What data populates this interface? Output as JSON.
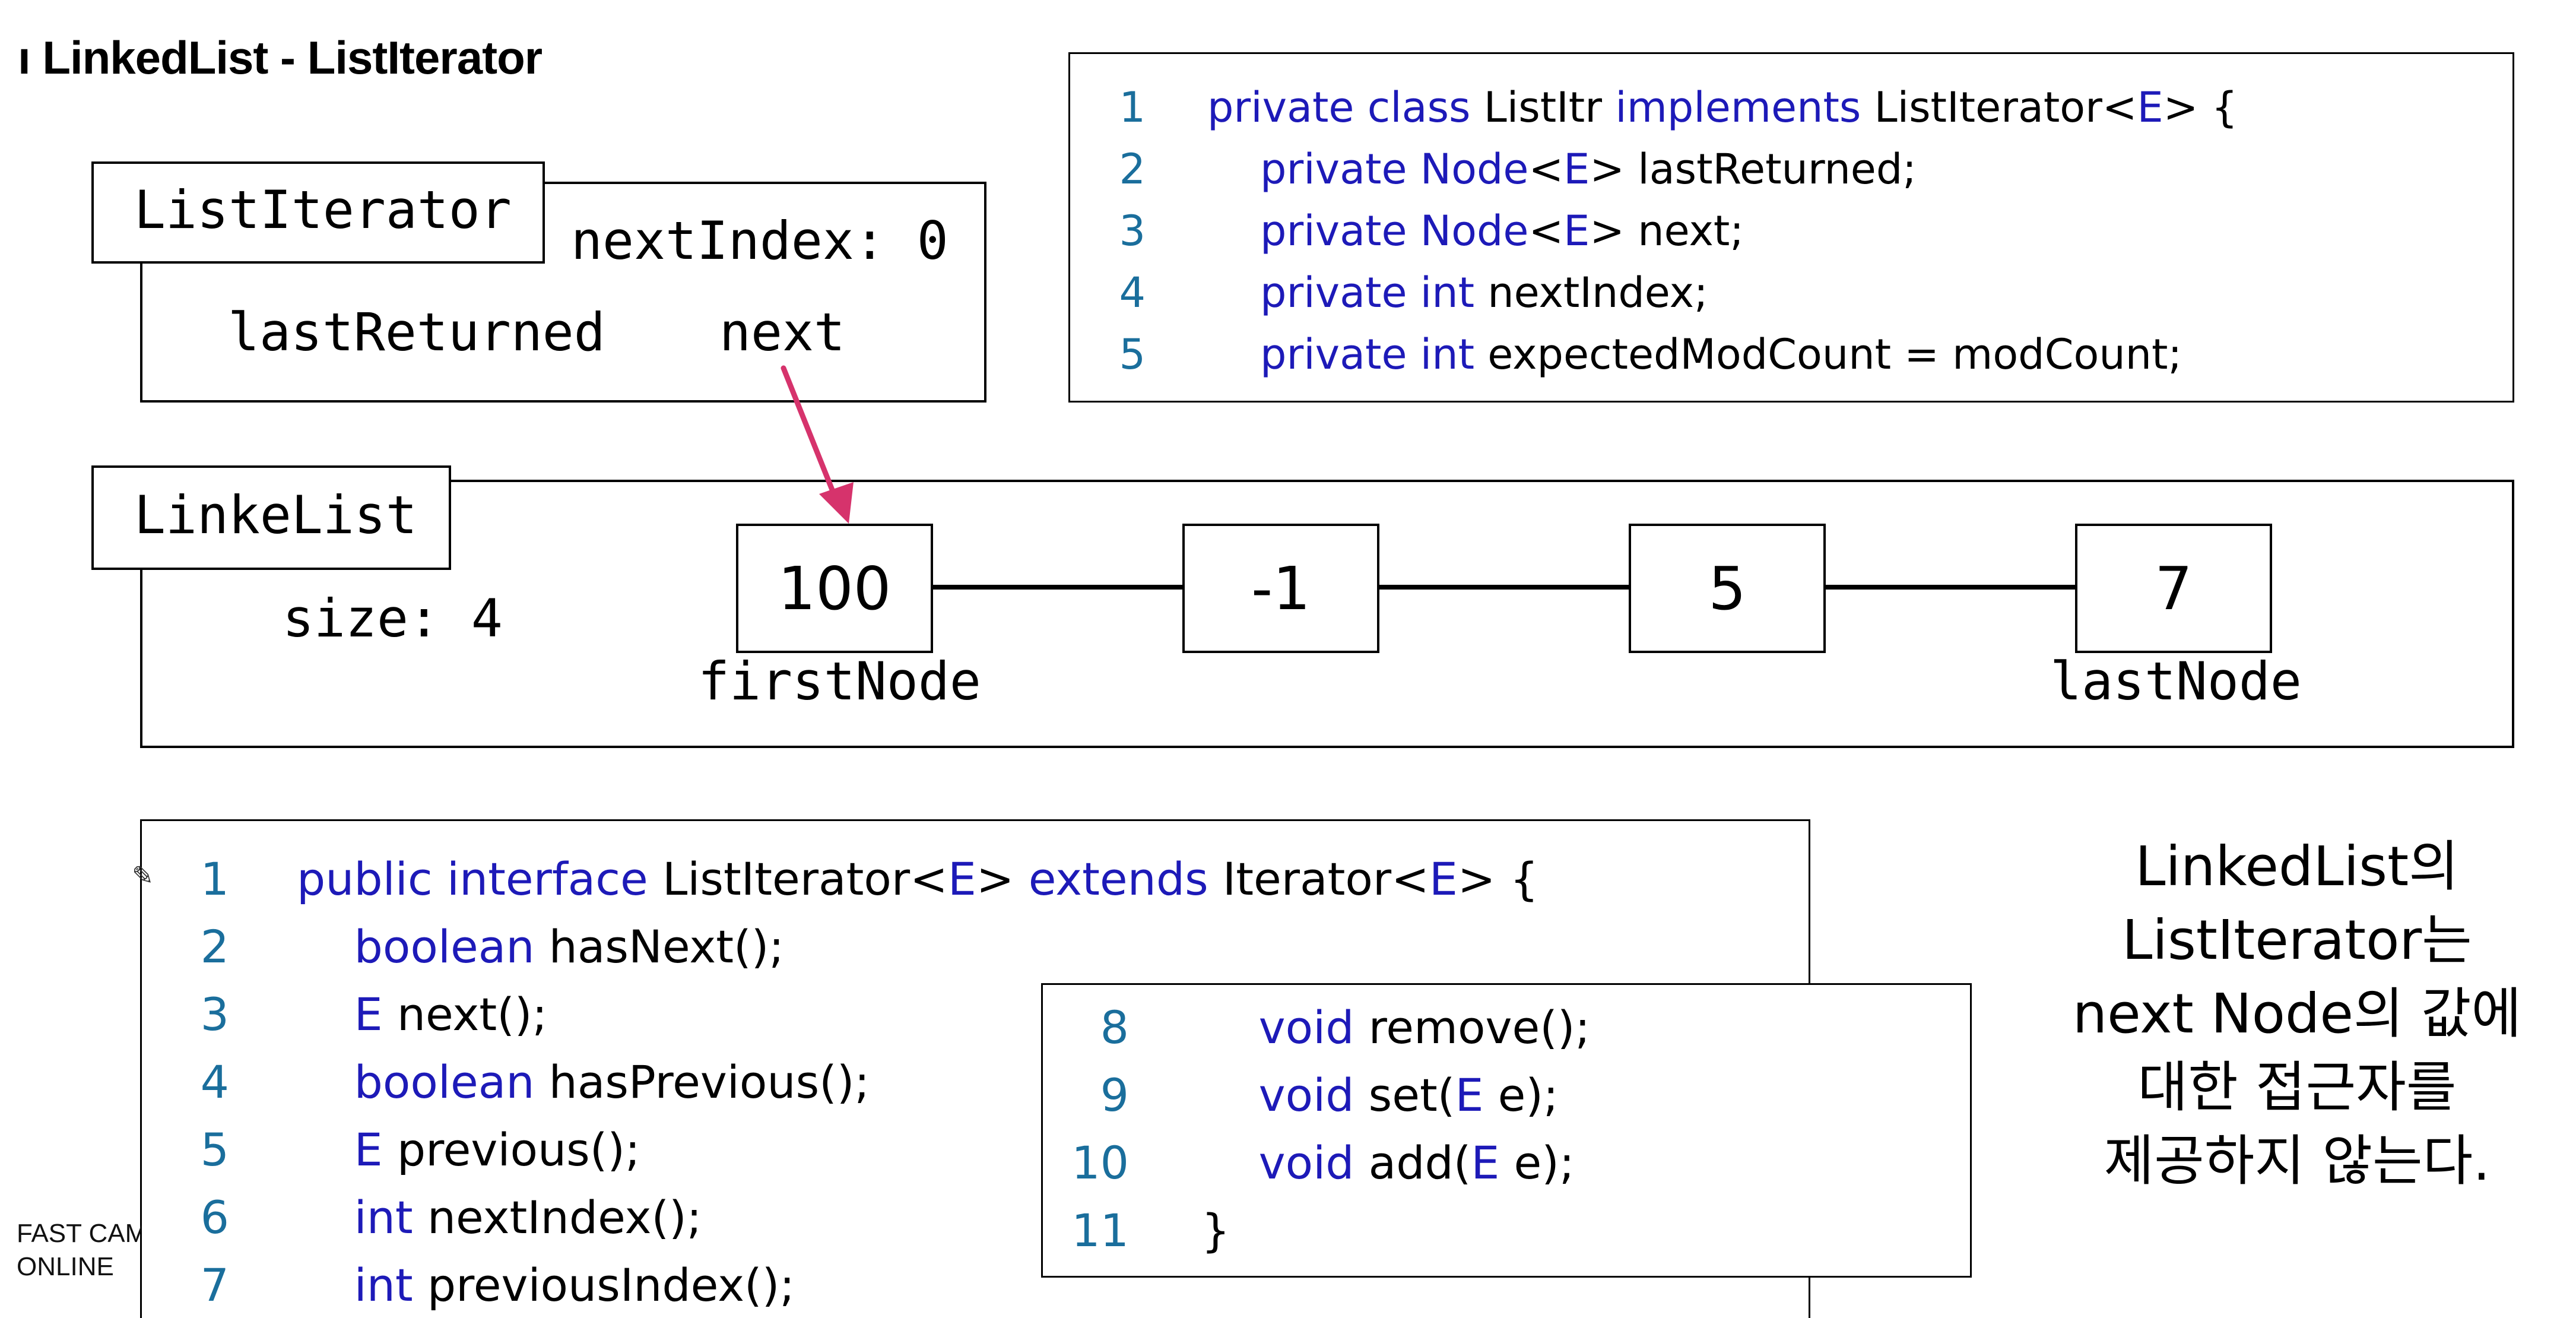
{
  "title": "ı LinkedList - ListIterator",
  "iterator": {
    "label": "ListIterator",
    "next_index": "nextIndex: 0",
    "last_returned": "lastReturned",
    "next": "next"
  },
  "linked_list": {
    "label": "LinkeList",
    "size": "size: 4",
    "nodes": [
      "100",
      "-1",
      "5",
      "7"
    ],
    "first_node_label": "firstNode",
    "last_node_label": "lastNode"
  },
  "code_top": {
    "lines": [
      {
        "n": "1",
        "parts": [
          [
            "kw",
            "private class "
          ],
          [
            "",
            "ListItr "
          ],
          [
            "kw",
            "implements "
          ],
          [
            "",
            "ListIterator<"
          ],
          [
            "kw",
            "E"
          ],
          [
            "",
            "> {"
          ]
        ]
      },
      {
        "n": "2",
        "parts": [
          [
            "",
            "    "
          ],
          [
            "kw",
            "private "
          ],
          [
            "kw",
            "Node"
          ],
          [
            "",
            "<"
          ],
          [
            "kw",
            "E"
          ],
          [
            "",
            "> lastReturned;"
          ]
        ]
      },
      {
        "n": "3",
        "parts": [
          [
            "",
            "    "
          ],
          [
            "kw",
            "private "
          ],
          [
            "kw",
            "Node"
          ],
          [
            "",
            "<"
          ],
          [
            "kw",
            "E"
          ],
          [
            "",
            "> next;"
          ]
        ]
      },
      {
        "n": "4",
        "parts": [
          [
            "",
            "    "
          ],
          [
            "kw",
            "private int "
          ],
          [
            "",
            "nextIndex;"
          ]
        ]
      },
      {
        "n": "5",
        "parts": [
          [
            "",
            "    "
          ],
          [
            "kw",
            "private int "
          ],
          [
            "",
            "expectedModCount = modCount;"
          ]
        ]
      }
    ]
  },
  "code_bottom": {
    "lines": [
      {
        "n": "1",
        "parts": [
          [
            "kw",
            "public interface "
          ],
          [
            "",
            "ListIterator<"
          ],
          [
            "kw",
            "E"
          ],
          [
            "",
            "> "
          ],
          [
            "kw",
            "extends "
          ],
          [
            "",
            "Iterator<"
          ],
          [
            "kw",
            "E"
          ],
          [
            "",
            "> {"
          ]
        ]
      },
      {
        "n": "2",
        "parts": [
          [
            "",
            "    "
          ],
          [
            "kw",
            "boolean "
          ],
          [
            "",
            "hasNext();"
          ]
        ]
      },
      {
        "n": "3",
        "parts": [
          [
            "",
            "    "
          ],
          [
            "kw",
            "E "
          ],
          [
            "",
            "next();"
          ]
        ]
      },
      {
        "n": "4",
        "parts": [
          [
            "",
            "    "
          ],
          [
            "kw",
            "boolean "
          ],
          [
            "",
            "hasPrevious();"
          ]
        ]
      },
      {
        "n": "5",
        "parts": [
          [
            "",
            "    "
          ],
          [
            "kw",
            "E "
          ],
          [
            "",
            "previous();"
          ]
        ]
      },
      {
        "n": "6",
        "parts": [
          [
            "",
            "    "
          ],
          [
            "kw",
            "int "
          ],
          [
            "",
            "nextIndex();"
          ]
        ]
      },
      {
        "n": "7",
        "parts": [
          [
            "",
            "    "
          ],
          [
            "kw",
            "int "
          ],
          [
            "",
            "previousIndex();"
          ]
        ]
      }
    ]
  },
  "code_overlay": {
    "lines": [
      {
        "n": "8",
        "parts": [
          [
            "",
            "    "
          ],
          [
            "kw",
            "void "
          ],
          [
            "",
            "remove();"
          ]
        ]
      },
      {
        "n": "9",
        "parts": [
          [
            "",
            "    "
          ],
          [
            "kw",
            "void "
          ],
          [
            "",
            "set("
          ],
          [
            "kw",
            "E "
          ],
          [
            "",
            "e);"
          ]
        ]
      },
      {
        "n": "10",
        "parts": [
          [
            "",
            "    "
          ],
          [
            "kw",
            "void "
          ],
          [
            "",
            "add("
          ],
          [
            "kw",
            "E "
          ],
          [
            "",
            "e);"
          ]
        ]
      },
      {
        "n": "11",
        "parts": [
          [
            "",
            "}"
          ]
        ]
      }
    ]
  },
  "note": {
    "lines": [
      "LinkedList의",
      "ListIterator는",
      "next Node의 값에",
      "대한 접근자를",
      "제공하지 않는다."
    ]
  },
  "watermark": {
    "line1": "FAST CAM",
    "line2": "ONLINE"
  },
  "colors": {
    "keyword": "#1d1ab8",
    "line_number": "#1a6e9c",
    "arrow": "#d6336c"
  }
}
